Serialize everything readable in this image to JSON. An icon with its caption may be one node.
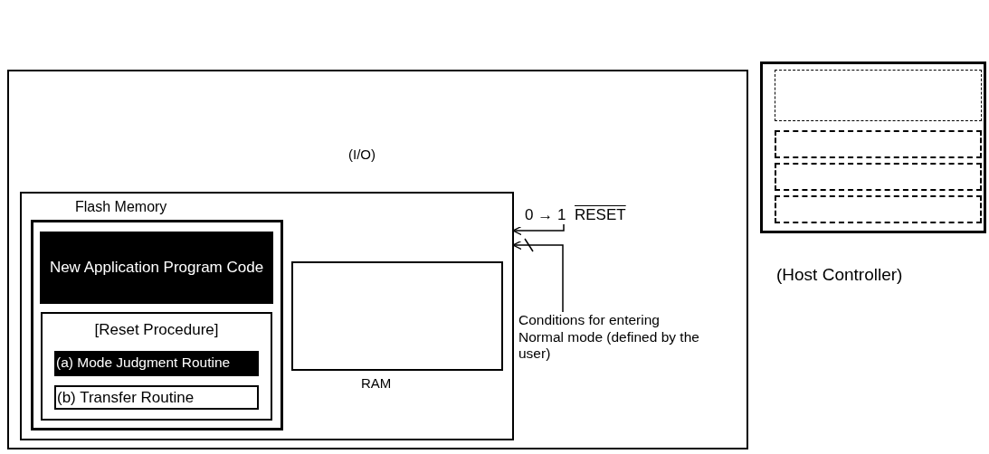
{
  "diagram": {
    "nodes": [
      {
        "text": [
          "(I/O)"
        ]
      },
      {
        "text": [
          "Flash Memory"
        ],
        "in": 0
      },
      {
        "text": [],
        "shape": "box",
        "in": 1
      },
      {
        "text": [
          "New Application Program Code"
        ],
        "in": 2
      },
      {
        "text": [
          "[Reset Procedure]"
        ],
        "in": 2
      },
      {
        "text": [
          "(a) Mode Judgment Routine"
        ],
        "in": 4
      },
      {
        "text": [
          "(b) Transfer Routine"
        ],
        "in": 4
      },
      {
        "text": [
          "RAM"
        ],
        "in": 1
      },
      {
        "text": [
          "0 → 1",
          "RESET"
        ],
        "in": 0
      },
      {
        "text": [
          "Conditions for entering Normal mode (defined by the user)"
        ],
        "in": 0
      },
      {
        "text": [
          "(Host Controller)"
        ]
      },
      {
        "text": [],
        "shape": "box",
        "in": 10
      },
      {
        "text": [],
        "shape": "box",
        "in": 10
      },
      {
        "text": [],
        "shape": "box",
        "in": 10
      },
      {
        "text": [],
        "shape": "box",
        "in": 10
      }
    ],
    "edges": [
      {
        "from": 8,
        "to": 1,
        "arrow": "to"
      },
      {
        "from": 9,
        "to": 1,
        "arrow": "to"
      }
    ]
  }
}
